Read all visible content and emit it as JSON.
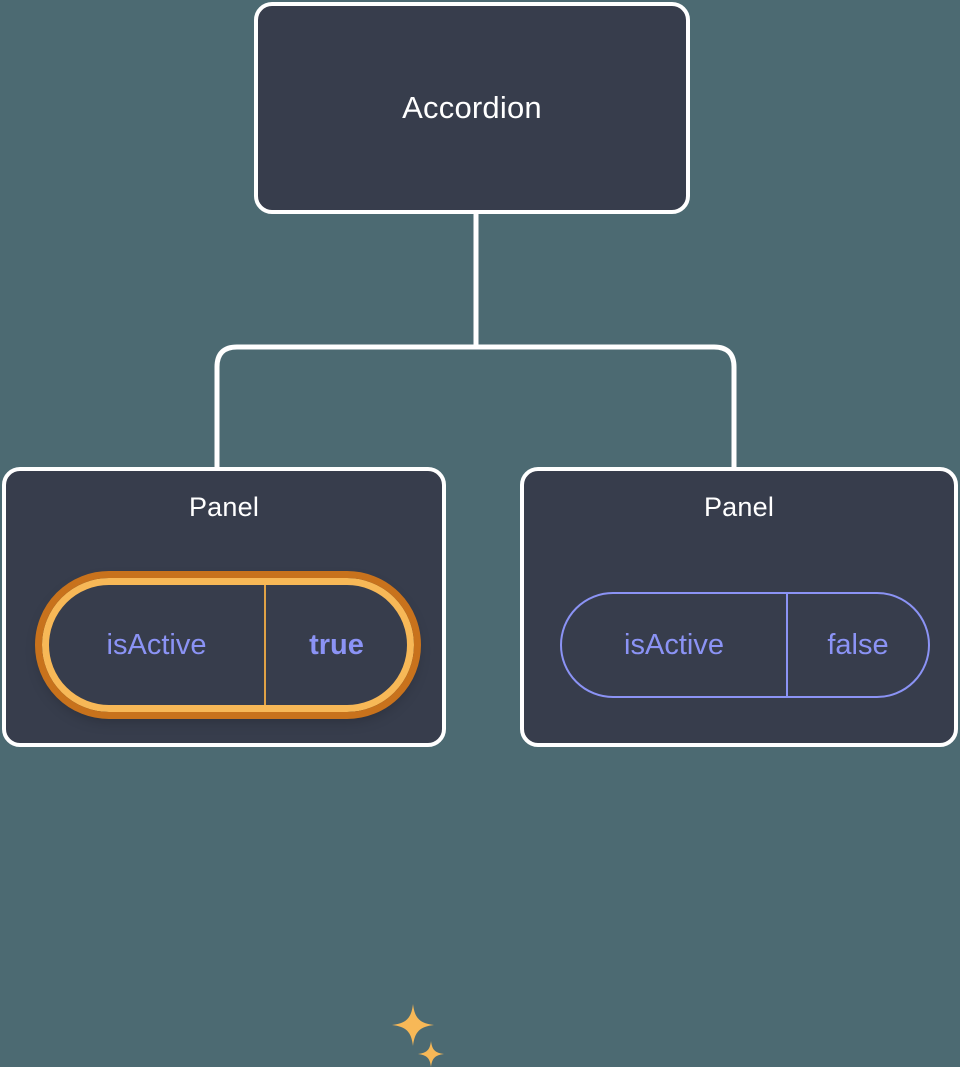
{
  "diagram": {
    "type": "component-tree",
    "background_color": "#4c6a72",
    "node_fill_color": "#373d4c",
    "node_border_color": "#ffffff",
    "connector_color": "#ffffff",
    "accent_highlight_color": "#f7b857",
    "accent_highlight_outer_color": "#c8721c",
    "prop_color": "#8b93f5",
    "root": {
      "title": "Accordion"
    },
    "children": [
      {
        "title": "Panel",
        "highlighted": true,
        "prop": {
          "key": "isActive",
          "value": "true"
        },
        "sparkles": [
          "sparkle-large",
          "sparkle-small"
        ]
      },
      {
        "title": "Panel",
        "highlighted": false,
        "prop": {
          "key": "isActive",
          "value": "false"
        }
      }
    ]
  }
}
